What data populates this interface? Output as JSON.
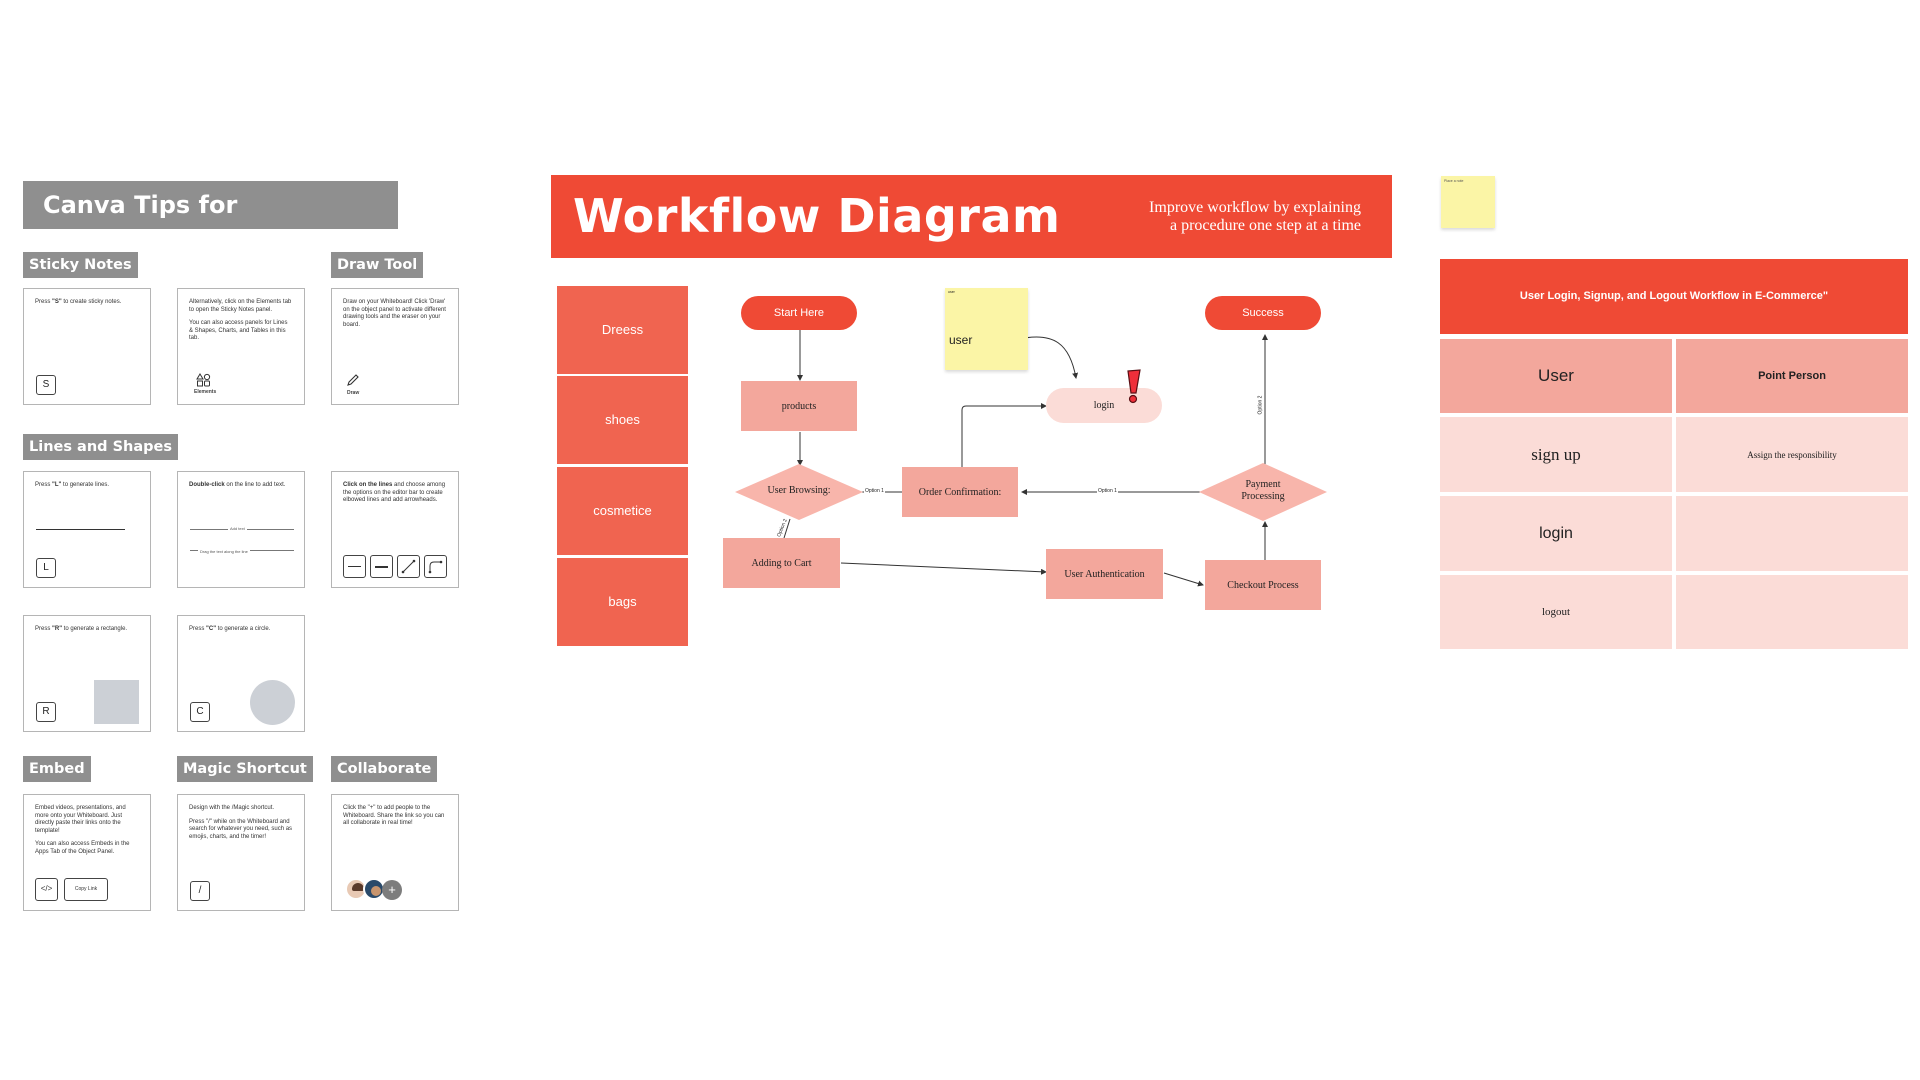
{
  "tips": {
    "title": "Canva Tips for Whiteboards",
    "sections": {
      "sticky_notes": "Sticky Notes",
      "draw_tool": "Draw Tool",
      "lines_shapes": "Lines and Shapes",
      "embed": "Embed",
      "magic_shortcut": "Magic Shortcut",
      "collaborate": "Collaborate"
    },
    "cards": {
      "sticky_a": {
        "pre": "Press ",
        "bold": "\"S\"",
        "post": " to create sticky notes.",
        "key": "S"
      },
      "sticky_b": {
        "p1": "Alternatively, click on the Elements tab to open the Sticky Notes panel.",
        "p2": "You can also access panels for Lines & Shapes, Charts, and Tables in this tab.",
        "icon_label": "Elements"
      },
      "draw": {
        "text": "Draw on your Whiteboard! Click 'Draw' on the object panel to activate different drawing tools and the eraser on your board.",
        "icon_label": "Draw"
      },
      "lines_a": {
        "pre": "Press ",
        "bold": "\"L\"",
        "post": " to generate lines.",
        "key": "L"
      },
      "lines_b": {
        "bold": "Double-click",
        "post": " on the line to add text.",
        "line_text": "Add text",
        "line_caption": "Drag the text along the line"
      },
      "lines_c": {
        "bold": "Click on the lines",
        "post": " and choose among the options on the editor bar to create elbowed lines and add arrowheads."
      },
      "rect": {
        "pre": "Press ",
        "bold": "\"R\"",
        "post": " to generate a rectangle.",
        "key": "R"
      },
      "circle": {
        "pre": "Press ",
        "bold": "\"C\"",
        "post": " to generate a circle.",
        "key": "C"
      },
      "embed": {
        "p1": "Embed videos, presentations, and more onto your Whiteboard. Just directly paste their links onto the template!",
        "p2": "You can also access Embeds in the Apps Tab of the Object Panel.",
        "code_icon": "</>",
        "copy_label": "Copy Link"
      },
      "magic": {
        "p1": "Design with the /Magic shortcut.",
        "p2": "Press \"/\" while on the Whiteboard and search for whatever you need, such as emojis, charts, and the timer!",
        "key": "/"
      },
      "collab": {
        "text": "Click the \"+\" to add people to the Whiteboard. Share the link so you can all collaborate in real time!",
        "plus": "+"
      }
    }
  },
  "workflow": {
    "title": "Workflow Diagram",
    "subtitle_line1": "Improve workflow by explaining",
    "subtitle_line2": "a procedure one step at a time",
    "categories": [
      "Dreess",
      "shoes",
      "cosmetice",
      "bags"
    ],
    "nodes": {
      "start": "Start Here",
      "success": "Success",
      "products": "products",
      "login": "login",
      "user_browsing": "User Browsing:",
      "order_confirmation": "Order Confirmation:",
      "payment_line1": "Payment",
      "payment_line2": "Processing",
      "adding_to_cart": "Adding to Cart",
      "user_authentication": "User Authentication",
      "checkout_process": "Checkout Process"
    },
    "edge_labels": {
      "option1_left": "Option 1",
      "option1_right": "Option 1",
      "option2_left": "Option 2",
      "option2_right": "Option 2"
    },
    "sticky": {
      "small": "user",
      "text": "user"
    },
    "colors": {
      "red": "#ef4a35",
      "pink": "#f3a79c",
      "light_pink": "#fbdcd7",
      "category": "#f06450"
    }
  },
  "sticky_note_corner": {
    "text": "Place a note"
  },
  "table": {
    "header": "User Login, Signup, and Logout Workflow in E-Commerce\"",
    "rows": [
      [
        "User",
        "Point Person"
      ],
      [
        "sign up",
        "Assign the responsibility"
      ],
      [
        "login",
        ""
      ],
      [
        "logout",
        ""
      ]
    ]
  }
}
